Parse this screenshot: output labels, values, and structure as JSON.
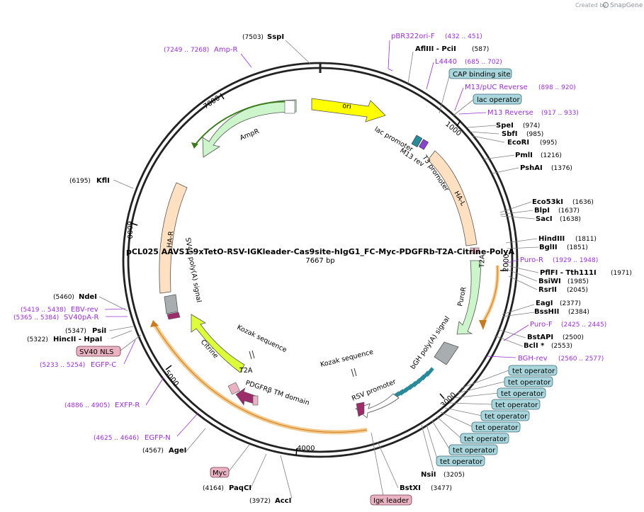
{
  "credit": {
    "prefix": "Created by",
    "brand": "SnapGene"
  },
  "plasmid": {
    "name": "pCL025 AAVS1-9xTetO-RSV-IGKleader-Cas9site-hIgG1_FC-Myc-PDGFRb-T2A-Citrine-PolyA",
    "length": "7667 bp"
  },
  "ticks": [
    {
      "label": "1000"
    },
    {
      "label": "2000"
    },
    {
      "label": "3000"
    },
    {
      "label": "4000"
    },
    {
      "label": "5000"
    },
    {
      "label": "6000"
    },
    {
      "label": "7000"
    }
  ],
  "enzymes": [
    {
      "name": "SspI",
      "pos": "(7503)"
    },
    {
      "name": "AflIII  - PciI",
      "pos": "(587)"
    },
    {
      "name": "SpeI",
      "pos": "(974)"
    },
    {
      "name": "SbfI",
      "pos": "(985)"
    },
    {
      "name": "EcoRI",
      "pos": "(995)"
    },
    {
      "name": "PmlI",
      "pos": "(1216)"
    },
    {
      "name": "PshAI",
      "pos": "(1376)"
    },
    {
      "name": "Eco53kI",
      "pos": "(1636)"
    },
    {
      "name": "BlpI",
      "pos": "(1637)"
    },
    {
      "name": "SacI",
      "pos": "(1638)"
    },
    {
      "name": "HindIII",
      "pos": "(1811)"
    },
    {
      "name": "BglII",
      "pos": "(1851)"
    },
    {
      "name": "PflFI   - Tth111I",
      "pos": "(1971)"
    },
    {
      "name": "BsiWI",
      "pos": "(1985)"
    },
    {
      "name": "RsrII",
      "pos": "(2045)"
    },
    {
      "name": "EagI",
      "pos": "(2377)"
    },
    {
      "name": "BssHII",
      "pos": "(2384)"
    },
    {
      "name": "BstAPI",
      "pos": "(2500)"
    },
    {
      "name": "BclI *",
      "pos": "(2553)"
    },
    {
      "name": "NsiI",
      "pos": "(3205)"
    },
    {
      "name": "BstXI",
      "pos": "(3477)"
    },
    {
      "name": "AccI",
      "pos": "(3972)"
    },
    {
      "name": "PaqCI",
      "pos": "(4164)"
    },
    {
      "name": "AgeI",
      "pos": "(4567)"
    },
    {
      "name": "HincII  - HpaI",
      "pos": "(5322)"
    },
    {
      "name": "PsiI",
      "pos": "(5347)"
    },
    {
      "name": "NdeI",
      "pos": "(5460)"
    },
    {
      "name": "KflI",
      "pos": "(6195)"
    }
  ],
  "primers": [
    {
      "name": "pBR322ori-F",
      "pos": "(432 .. 451)"
    },
    {
      "name": "L4440",
      "pos": "(685 .. 702)"
    },
    {
      "name": "M13/pUC Reverse",
      "pos": "(898 .. 920)"
    },
    {
      "name": "M13 Reverse",
      "pos": "(917 .. 933)"
    },
    {
      "name": "Puro-R",
      "pos": "(1929 .. 1948)"
    },
    {
      "name": "Puro-F",
      "pos": "(2425 .. 2445)"
    },
    {
      "name": "BGH-rev",
      "pos": "(2560 .. 2577)"
    },
    {
      "name": "EGFP-N",
      "pos": "(4625 .. 4646)"
    },
    {
      "name": "EXFP-R",
      "pos": "(4886 .. 4905)"
    },
    {
      "name": "EGFP-C",
      "pos": "(5233 .. 5254)"
    },
    {
      "name": "SV40pA-R",
      "pos": "(5365 .. 5384)"
    },
    {
      "name": "EBV-rev",
      "pos": "(5419 .. 5438)"
    },
    {
      "name": "Amp-R",
      "pos": "(7249 .. 7268)"
    }
  ],
  "boxes": [
    {
      "label": "CAP binding site",
      "kind": "teal"
    },
    {
      "label": "lac operator",
      "kind": "teal"
    },
    {
      "label": "tet operator",
      "kind": "teal"
    },
    {
      "label": "tet operator",
      "kind": "teal"
    },
    {
      "label": "tet operator",
      "kind": "teal"
    },
    {
      "label": "tet operator",
      "kind": "teal"
    },
    {
      "label": "tet operator",
      "kind": "teal"
    },
    {
      "label": "tet operator",
      "kind": "teal"
    },
    {
      "label": "tet operator",
      "kind": "teal"
    },
    {
      "label": "tet operator",
      "kind": "teal"
    },
    {
      "label": "tet operator",
      "kind": "teal"
    },
    {
      "label": "Igκ leader",
      "kind": "pink"
    },
    {
      "label": "Myc",
      "kind": "pink"
    },
    {
      "label": "SV40 NLS",
      "kind": "pink"
    }
  ],
  "features": [
    {
      "label": "ori"
    },
    {
      "label": "AmpR"
    },
    {
      "label": "HA-L"
    },
    {
      "label": "HA-R"
    },
    {
      "label": "PuroR"
    },
    {
      "label": "Citrine"
    },
    {
      "label": "lac promoter"
    },
    {
      "label": "M13 rev"
    },
    {
      "label": "T3 promoter"
    },
    {
      "label": "T2A"
    },
    {
      "label": "T2A"
    },
    {
      "label": "bGH poly(A) signal"
    },
    {
      "label": "SV40 poly(A) signal"
    },
    {
      "label": "RSV promoter"
    },
    {
      "label": "Kozak sequence"
    },
    {
      "label": "Kozak sequence"
    },
    {
      "label": "PDGFRβ TM domain"
    }
  ],
  "colors": {
    "primer": "#9a2fd0",
    "ori": "#ffff00",
    "amp": "#ccf5cc",
    "ha": "#ffe0c0",
    "citrine": "#dfff3a",
    "puro": "#ccf5cc",
    "tet": "#2a8a9a",
    "pink_box": "#e9b3c3",
    "teal_box": "#a8d6dc",
    "orf": "#f5c98a"
  }
}
